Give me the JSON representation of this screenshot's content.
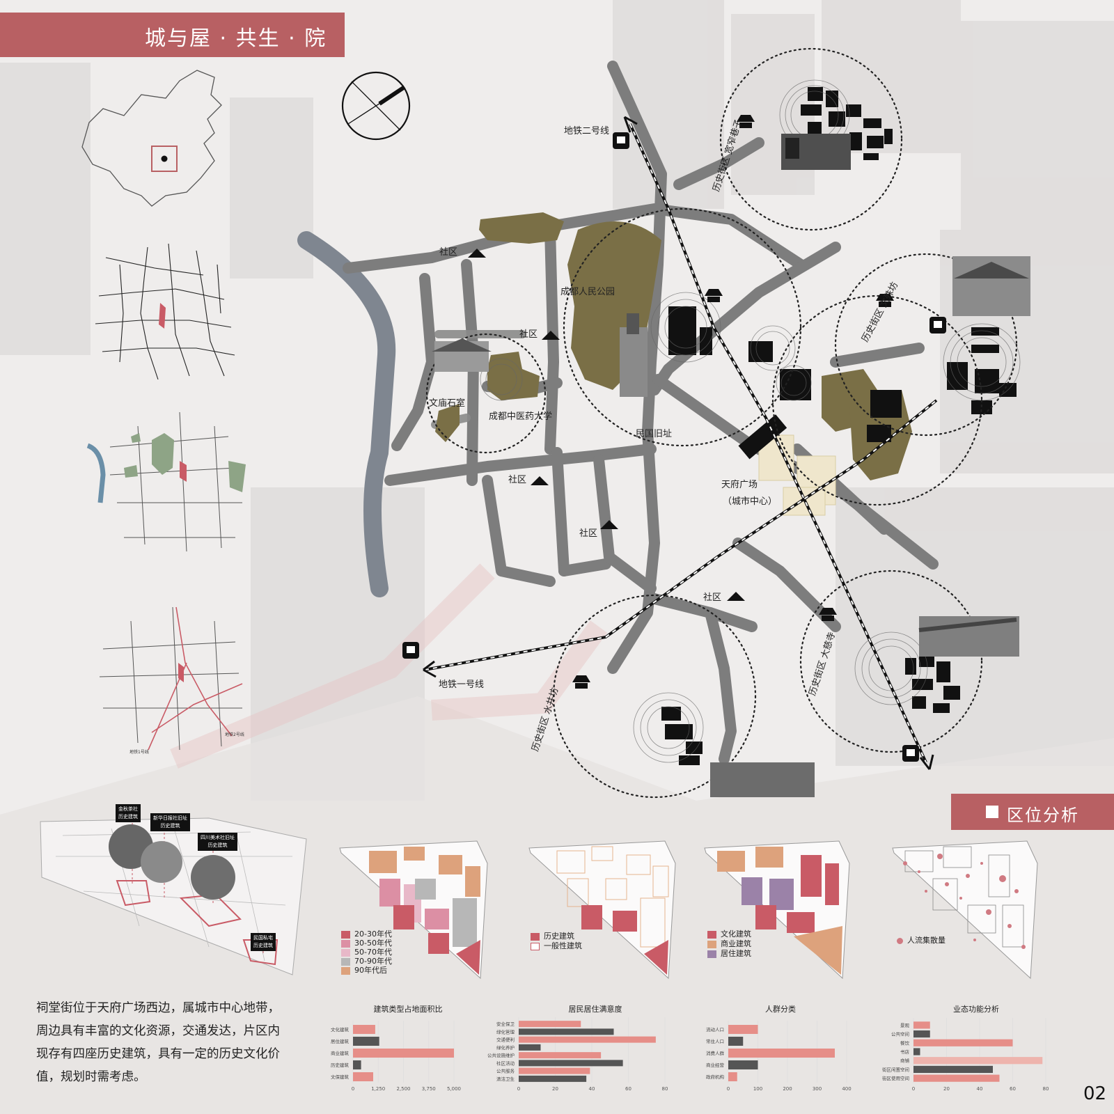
{
  "header": {
    "title": "城与屋 · 共生 · 院"
  },
  "section": {
    "title": "区位分析"
  },
  "map": {
    "metro_line_2": "地铁二号线",
    "metro_line_1": "地铁一号线",
    "community": "社区",
    "peoples_park": "成都人民公园",
    "wenmiao": "文庙石室",
    "tcm_university": "成都中医药大学",
    "minguo_site": "民国旧址",
    "tianfu_square_1": "天府广场",
    "tianfu_square_2": "（城市中心）",
    "district_zhaixiangzi": "历史街区 宽窄巷子",
    "district_wenshufang": "历史街区 文殊坊",
    "district_daci": "历史街区 大慈寺",
    "district_shuijing": "历史街区 水井坊"
  },
  "small_map_labels": {
    "map4_left": "地铁1号线",
    "map4_right": "地铁2号线"
  },
  "heritage_tags": [
    {
      "line1": "金秋茶社",
      "line2": "历史建筑"
    },
    {
      "line1": "新华日报社旧址",
      "line2": "历史建筑"
    },
    {
      "line1": "四川美术社旧址",
      "line2": "历史建筑"
    },
    {
      "line1": "民国私宅",
      "line2": "历史建筑"
    }
  ],
  "legends": {
    "age": [
      "20-30年代",
      "30-50年代",
      "50-70年代",
      "70-90年代",
      "90年代后"
    ],
    "building": [
      "历史建筑",
      "一般性建筑"
    ],
    "function": [
      "文化建筑",
      "商业建筑",
      "居住建筑"
    ],
    "flow": [
      "人流集散量"
    ]
  },
  "colors": {
    "accent": "#b86063",
    "age": [
      "#c95b66",
      "#dc8fa4",
      "#e8b8c8",
      "#b7b7b7",
      "#dda27c"
    ],
    "building": [
      "#c95b66",
      "#ffffff"
    ],
    "function": [
      "#c95b66",
      "#dda27c",
      "#9b82a8"
    ],
    "flow": "#d07a82",
    "bar_red": "#e68e88",
    "bar_gray": "#555555"
  },
  "description": "祠堂街位于天府广场西边，属城市中心地带，周边具有丰富的文化资源，交通发达，片区内现存有四座历史建筑，具有一定的历史文化价值，规划时需考虑。",
  "page_number": "02",
  "chart_data": [
    {
      "type": "bar",
      "orientation": "horizontal",
      "title": "建筑类型占地面积比",
      "categories": [
        "文化建筑",
        "居住建筑",
        "商业建筑",
        "历史建筑",
        "文保建筑"
      ],
      "values": [
        1100,
        1300,
        5000,
        400,
        1000
      ],
      "xlim": [
        0,
        5000
      ],
      "xticks": [
        "0",
        "1,250",
        "2,500",
        "3,750",
        "5,000"
      ],
      "bar_colors": [
        "red",
        "gray",
        "red",
        "gray",
        "red"
      ]
    },
    {
      "type": "bar",
      "orientation": "horizontal",
      "title": "居民居住满意度",
      "categories": [
        "安全保卫",
        "绿化管理",
        "交通便利",
        "绿化养护",
        "公共设施维护",
        "社区活动",
        "公共服务",
        "清洁卫生"
      ],
      "values": [
        34,
        52,
        75,
        12,
        45,
        57,
        39,
        37
      ],
      "xlim": [
        0,
        80
      ],
      "xticks": [
        "0",
        "20",
        "40",
        "60",
        "80"
      ],
      "bar_colors": [
        "red",
        "gray",
        "red",
        "gray",
        "red",
        "gray",
        "red",
        "gray"
      ]
    },
    {
      "type": "bar",
      "orientation": "horizontal",
      "title": "人群分类",
      "categories": [
        "流动人口",
        "常住人口",
        "消费人群",
        "商业经营",
        "政府机构"
      ],
      "values": [
        100,
        50,
        360,
        100,
        30
      ],
      "xlim": [
        0,
        400
      ],
      "xticks": [
        "0",
        "100",
        "200",
        "300",
        "400"
      ],
      "bar_colors": [
        "red",
        "gray",
        "red",
        "gray",
        "red"
      ]
    },
    {
      "type": "bar",
      "orientation": "horizontal",
      "title": "业态功能分析",
      "categories": [
        "景观",
        "公共空间",
        "餐饮",
        "书店",
        "商铺",
        "街区闲置空间",
        "街区使用空间"
      ],
      "values": [
        10,
        10,
        60,
        4,
        78,
        48,
        52
      ],
      "xlim": [
        0,
        80
      ],
      "xticks": [
        "0",
        "20",
        "40",
        "60",
        "80"
      ],
      "bar_colors": [
        "red",
        "gray",
        "red",
        "gray",
        "lightred",
        "gray",
        "red"
      ]
    }
  ]
}
